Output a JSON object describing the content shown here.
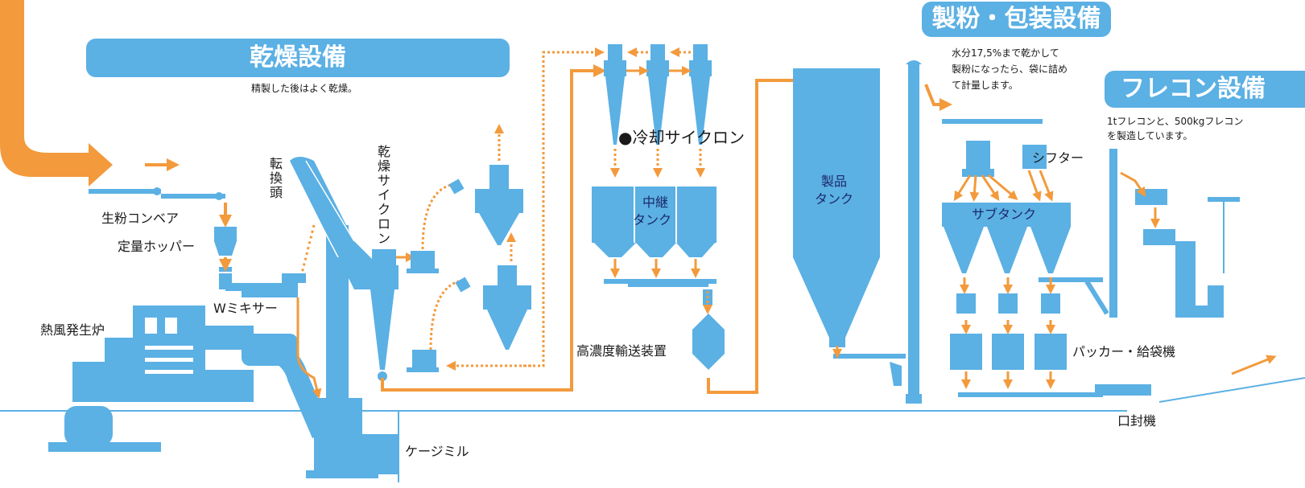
{
  "colors": {
    "blue": "#5bb0e4",
    "orange": "#f39a3c",
    "dark": "#1a1a1a",
    "navy": "#1b2a6b"
  },
  "sections": {
    "drying": {
      "title": "乾燥設備",
      "desc": "精製した後はよく乾燥。"
    },
    "milling": {
      "title": "製粉・包装設備",
      "desc_lines": [
        "水分17,5%まで乾かして",
        "製粉になったら、袋に詰め",
        "て計量します。"
      ]
    },
    "flecon": {
      "title": "フレコン設備",
      "desc_lines": [
        "1tフレコンと、500kgフレコン",
        "を製造しています。"
      ]
    }
  },
  "labels": {
    "raw_conveyor": "生粉コンベア",
    "hopper": "定量ホッパー",
    "furnace": "熱風発生炉",
    "mixer": "Wミキサー",
    "turnhead": "転換頭",
    "dry_cyclone": "乾燥サイクロン",
    "cool_cyclone": "●冷却サイクロン",
    "relay_tank": [
      "中継",
      "タンク"
    ],
    "product_tank": [
      "製品",
      "タンク"
    ],
    "transport": "高濃度輸送装置",
    "cage_mill": "ケージミル",
    "sifter": "シフター",
    "sub_tank": "サブタンク",
    "packer": "パッカー・給袋機",
    "sealer": "口封機"
  }
}
